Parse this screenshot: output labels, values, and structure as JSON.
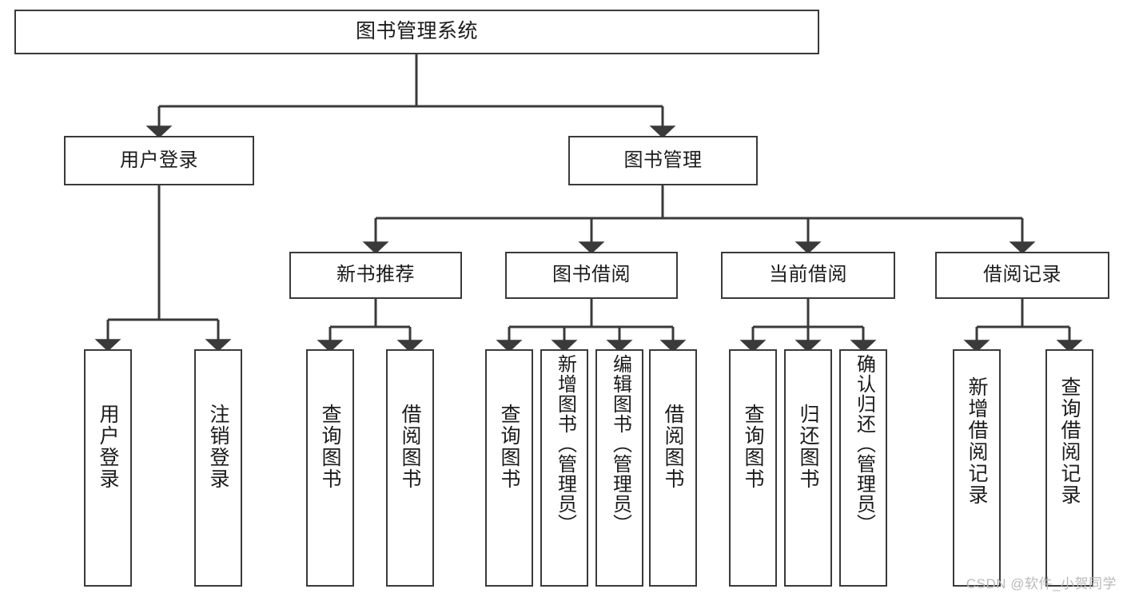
{
  "diagram": {
    "title": "图书管理系统",
    "type": "tree",
    "root": {
      "label": "图书管理系统"
    },
    "level2": [
      {
        "label": "用户登录"
      },
      {
        "label": "图书管理"
      }
    ],
    "level3": [
      {
        "label": "新书推荐"
      },
      {
        "label": "图书借阅"
      },
      {
        "label": "当前借阅"
      },
      {
        "label": "借阅记录"
      }
    ],
    "leaves": {
      "user_login": [
        {
          "label": "用户登录"
        },
        {
          "label": "注销登录"
        }
      ],
      "new_book_recommend": [
        {
          "label": "查询图书"
        },
        {
          "label": "借阅图书"
        }
      ],
      "book_borrow": [
        {
          "label": "查询图书"
        },
        {
          "label": "新增图书（管理员）"
        },
        {
          "label": "编辑图书（管理员）"
        },
        {
          "label": "借阅图书"
        }
      ],
      "current_borrow": [
        {
          "label": "查询图书"
        },
        {
          "label": "归还图书"
        },
        {
          "label": "确认归还（管理员）"
        }
      ],
      "borrow_record": [
        {
          "label": "新增借阅记录"
        },
        {
          "label": "查询借阅记录"
        }
      ]
    }
  },
  "watermark": {
    "text": "CSDN @软件_小贺同学"
  },
  "colors": {
    "border": "#3a3a3a",
    "text": "#1b1b1b",
    "background": "#ffffff",
    "watermark": "#b9b9b9"
  }
}
